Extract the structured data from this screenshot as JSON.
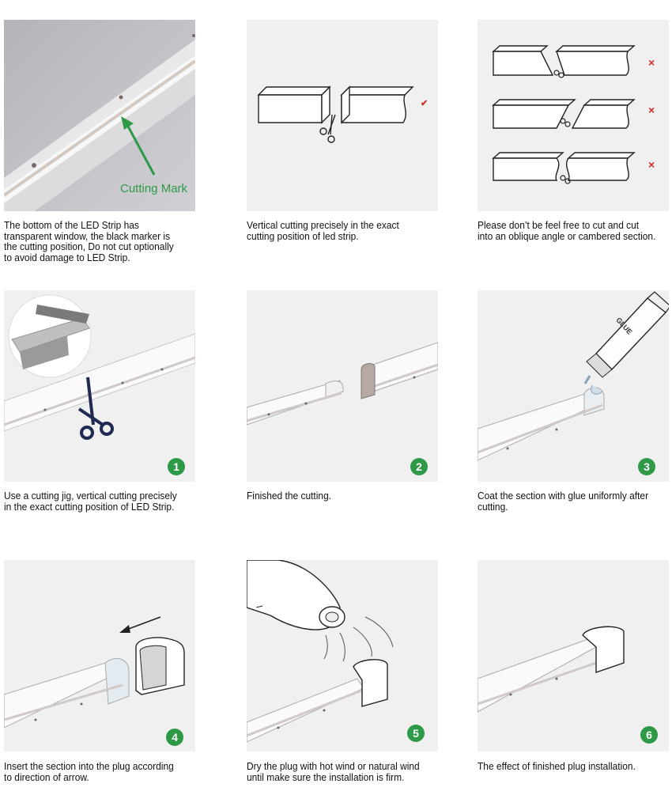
{
  "panels": [
    {
      "caption": "The bottom of the LED Strip has transparent window, the black marker is the cutting position, Do not cut optionally to avoid damage to LED Strip.",
      "label": "Cutting Mark"
    },
    {
      "caption": "Vertical cutting precisely in the exact cutting position of led strip.",
      "mark": "✔"
    },
    {
      "caption": "Please don’t be feel free to cut and cut into an oblique angle or cambered section.",
      "marks": [
        "×",
        "×",
        "×"
      ]
    },
    {
      "caption": "Use a cutting jig, vertical cutting precisely in the exact cutting position of LED Strip.",
      "step": "1"
    },
    {
      "caption": "Finished the cutting.",
      "step": "2"
    },
    {
      "caption": "Coat the section with glue uniformly after cutting.",
      "step": "3",
      "glue_label": "GLUE"
    },
    {
      "caption": "Insert the section into the plug according to direction of arrow.",
      "step": "4"
    },
    {
      "caption": "Dry the plug with hot wind or natural wind until make sure the installation is firm.",
      "step": "5"
    },
    {
      "caption": "The effect of finished plug installation.",
      "step": "6"
    }
  ],
  "colors": {
    "accent_green": "#2e9a47",
    "error_red": "#d62b2b",
    "panel_bg": "#f0f0f0",
    "scissor_navy": "#1e2a52"
  },
  "icons": [
    "scissors-icon",
    "arrow-icon",
    "glue-tube-icon",
    "hair-dryer-icon",
    "check-icon",
    "cross-icon"
  ]
}
